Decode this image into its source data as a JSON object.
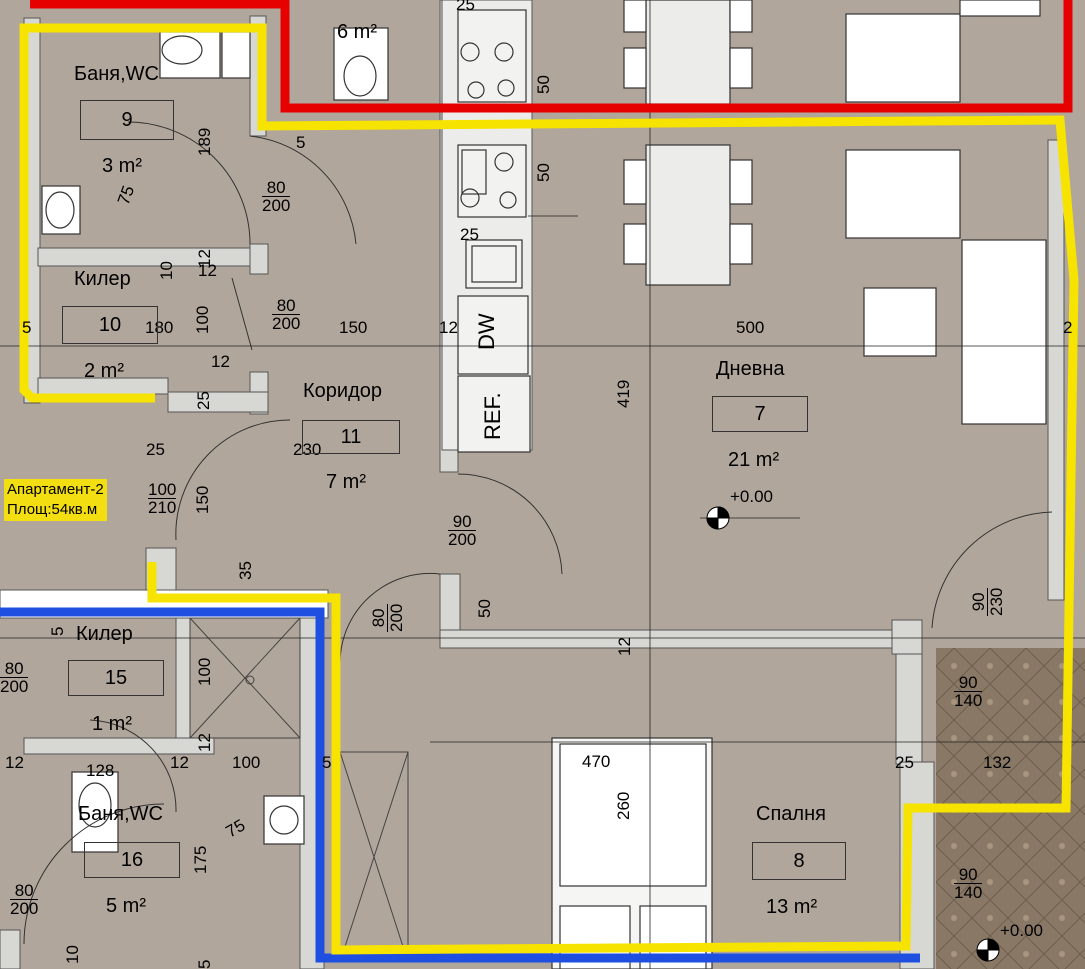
{
  "rooms": [
    {
      "name": "Баня,WC",
      "number": "9",
      "area": "3 m²"
    },
    {
      "name": "Килер",
      "number": "10",
      "area": "2 m²"
    },
    {
      "name": "Коридор",
      "number": "11",
      "area": "7 m²"
    },
    {
      "name": "Дневна",
      "number": "7",
      "area": "21 m²"
    },
    {
      "name": "Килер",
      "number": "15",
      "area": "1 m²"
    },
    {
      "name": "Баня,WC",
      "number": "16",
      "area": "5 m²"
    },
    {
      "name": "Спалня",
      "number": "8",
      "area": "13 m²"
    }
  ],
  "top_room_area": "6 m²",
  "apartment": {
    "line1": "Апартамент-2",
    "line2": "Площ:54кв.м"
  },
  "appliances": {
    "dishwasher": "DW",
    "fridge": "REF."
  },
  "elevation_marks": [
    "+0.00",
    "+0.00"
  ],
  "door_sizes": [
    {
      "w": "80",
      "h": "200"
    },
    {
      "w": "80",
      "h": "200"
    },
    {
      "w": "90",
      "h": "200"
    },
    {
      "w": "100",
      "h": "210"
    },
    {
      "w": "80",
      "h": "200"
    },
    {
      "w": "90",
      "h": "230"
    },
    {
      "w": "80",
      "h": "200"
    },
    {
      "w": "80",
      "h": "200"
    },
    {
      "w": "90",
      "h": "140"
    },
    {
      "w": "90",
      "h": "140"
    }
  ],
  "dimensions": [
    "25",
    "50",
    "50",
    "5",
    "189",
    "75",
    "25",
    "12",
    "10",
    "180",
    "100",
    "150",
    "12",
    "500",
    "2",
    "5",
    "12",
    "25",
    "419",
    "230",
    "25",
    "150",
    "35",
    "50",
    "12",
    "5",
    "100",
    "12",
    "12",
    "100",
    "128",
    "470",
    "260",
    "75",
    "175",
    "25",
    "132",
    "10",
    "5"
  ],
  "colors": {
    "red": "#e60000",
    "yellow": "#f7e300",
    "blue": "#1e4fe0",
    "wall": "#d7d7d3",
    "floor": "#b1a69b",
    "terrace": "#8c7a66"
  }
}
